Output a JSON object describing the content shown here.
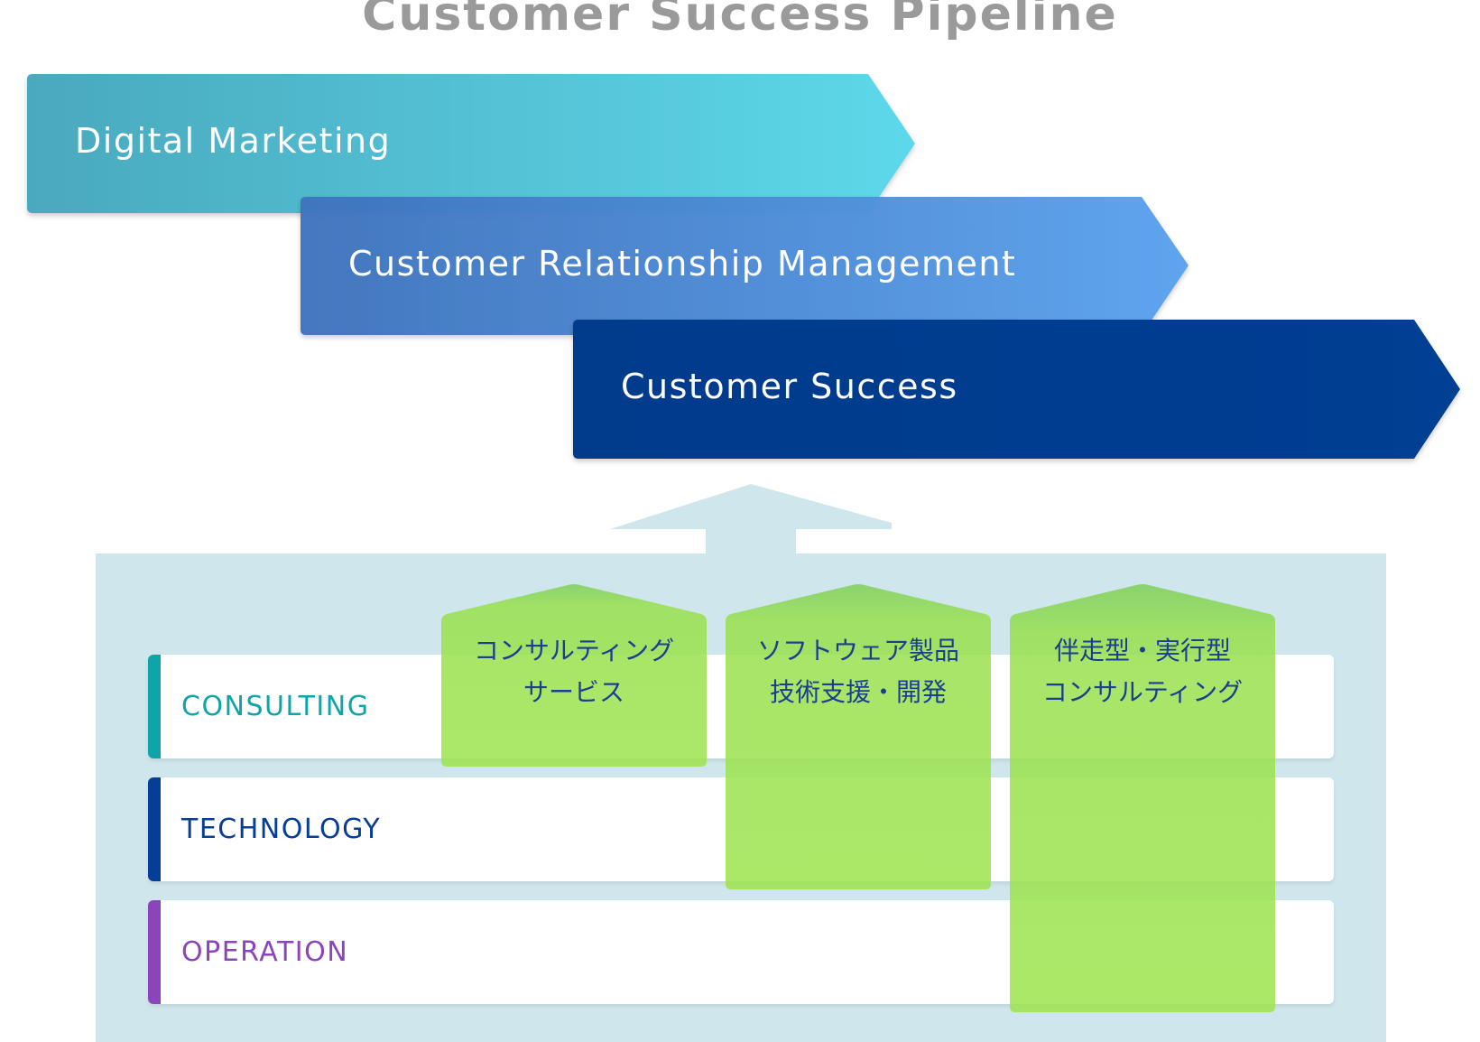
{
  "diagram": {
    "title": "Customer Success Pipeline",
    "stages": [
      {
        "label": "Digital Marketing",
        "color_start": "#4aa9be",
        "color_end": "#5dd8ea"
      },
      {
        "label": "Customer Relationship Management",
        "color_start": "#3f73bd",
        "color_end": "#5aa2ee"
      },
      {
        "label": "Customer Success",
        "color_start": "#023a8c",
        "color_end": "#033c8e"
      }
    ],
    "categories": [
      {
        "label": "CONSULTING",
        "color": "#0fa5a8"
      },
      {
        "label": "TECHNOLOGY",
        "color": "#063d96"
      },
      {
        "label": "OPERATION",
        "color": "#8c44bb"
      }
    ],
    "services": [
      {
        "line1": "コンサルティング",
        "line2": "サービス",
        "spans": [
          "CONSULTING"
        ]
      },
      {
        "line1": "ソフトウェア製品",
        "line2": "技術支援・開発",
        "spans": [
          "CONSULTING",
          "TECHNOLOGY"
        ]
      },
      {
        "line1": "伴走型・実行型",
        "line2": "コンサルティング",
        "spans": [
          "CONSULTING",
          "TECHNOLOGY",
          "OPERATION"
        ]
      }
    ],
    "colors": {
      "panel": "#cfe7ec",
      "service_fill": "#9ee44f",
      "service_top": "#7fcf59",
      "up_arrow": "#cfe7ec"
    }
  }
}
